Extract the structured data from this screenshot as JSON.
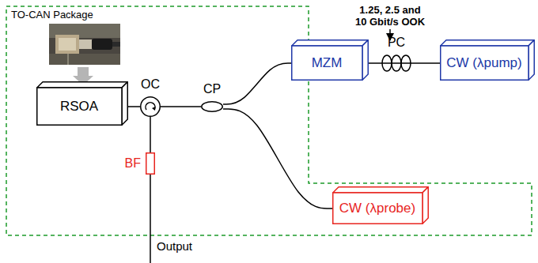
{
  "diagram": {
    "nodes": [
      {
        "text": [
          "RSOA"
        ]
      },
      {
        "text": [
          "OC"
        ]
      },
      {
        "text": [
          "CP"
        ]
      },
      {
        "text": [
          "MZM"
        ]
      },
      {
        "text": [
          "PC"
        ]
      },
      {
        "text": [
          "CW (λpump)"
        ]
      },
      {
        "text": [
          "CW (λprobe)"
        ]
      },
      {
        "text": [
          "BF"
        ]
      }
    ],
    "edges": [
      {
        "from": 0,
        "to": 1,
        "arrow": "none"
      },
      {
        "from": 1,
        "to": 2,
        "arrow": "none"
      },
      {
        "from": 2,
        "to": 3,
        "arrow": "none"
      },
      {
        "from": 3,
        "to": 4,
        "arrow": "none"
      },
      {
        "from": 4,
        "to": 5,
        "arrow": "none"
      },
      {
        "from": 2,
        "to": 6,
        "arrow": "none"
      },
      {
        "from": 1,
        "to": 7,
        "arrow": "none"
      }
    ],
    "labels": [
      "TO-CAN Package",
      "1.25, 2.5 and 10 Gbit/s OOK",
      "Output"
    ]
  }
}
